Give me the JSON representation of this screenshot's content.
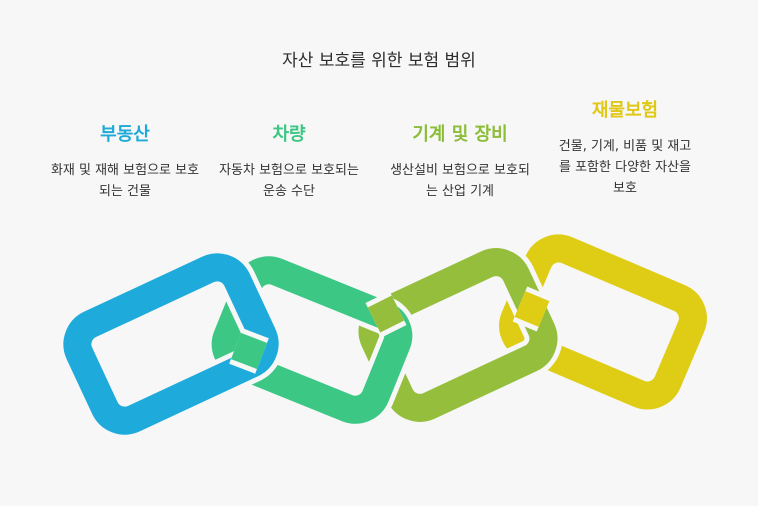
{
  "title": "자산 보호를 위한 보험 범위",
  "columns": [
    {
      "heading": "부동산",
      "description": "화재 및 재해 보험으로 보호되는 건물",
      "color": "#1daad9"
    },
    {
      "heading": "차량",
      "description": "자동차 보험으로 보호되는 운송 수단",
      "color": "#3cc785"
    },
    {
      "heading": "기계 및 장비",
      "description": "생산설비 보험으로 보호되는 산업 기계",
      "color": "#8cbd38"
    },
    {
      "heading": "재물보험",
      "description": "건물, 기계, 비품 및 재고를 포함한 다양한 자산을 보호",
      "color": "#e0c814"
    }
  ],
  "chain_colors": [
    "#1eabdc",
    "#3cc785",
    "#94be3c",
    "#dfcd15"
  ]
}
